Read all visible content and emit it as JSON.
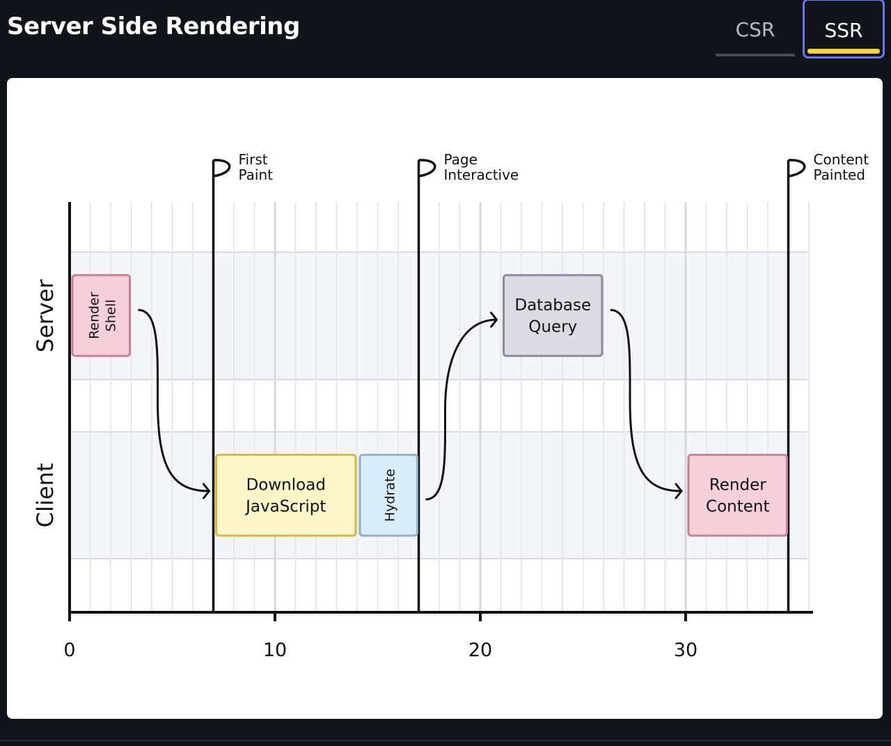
{
  "header": {
    "title": "Server Side Rendering"
  },
  "tabs": [
    {
      "label": "CSR",
      "active": false
    },
    {
      "label": "SSR",
      "active": true
    }
  ],
  "colors": {
    "accent": "#6b78e8",
    "active_bar": "#f6d33a",
    "pink": "#f5d0da",
    "yellow": "#fdf6c8",
    "blue": "#d6ecf8",
    "grey": "#dcdbe4"
  },
  "chart_data": {
    "type": "gantt",
    "xlim": [
      0,
      36
    ],
    "xticks": [
      0,
      10,
      20,
      30
    ],
    "grid": true,
    "rows": [
      "Server",
      "Client"
    ],
    "tasks": [
      {
        "label": "Render Shell",
        "row": "Server",
        "start": 0,
        "end": 3,
        "color": "pink",
        "vertical": true
      },
      {
        "label": "Download JavaScript",
        "row": "Client",
        "start": 7,
        "end": 14,
        "color": "yellow",
        "vertical": false
      },
      {
        "label": "Hydrate",
        "row": "Client",
        "start": 14,
        "end": 17,
        "color": "blue",
        "vertical": true
      },
      {
        "label": "Database Query",
        "row": "Server",
        "start": 21,
        "end": 26,
        "color": "grey",
        "vertical": false
      },
      {
        "label": "Render Content",
        "row": "Client",
        "start": 30,
        "end": 35,
        "color": "pink",
        "vertical": false
      }
    ],
    "milestones": [
      {
        "label": "First Paint",
        "x": 7
      },
      {
        "label": "Page Interactive",
        "x": 17
      },
      {
        "label": "Content Painted",
        "x": 35
      }
    ],
    "arrows": [
      {
        "from": "Render Shell",
        "to": "Download JavaScript"
      },
      {
        "from": "Hydrate",
        "to": "Database Query"
      },
      {
        "from": "Database Query",
        "to": "Render Content"
      }
    ]
  }
}
